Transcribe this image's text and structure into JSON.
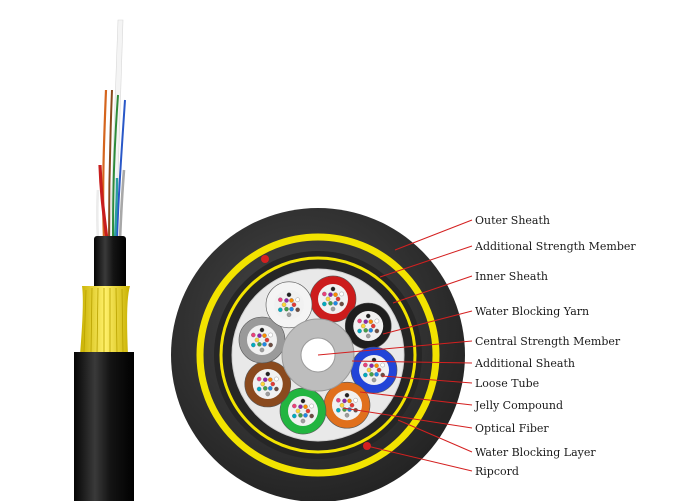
{
  "labels": [
    "Outer Sheath",
    "Additional Strength Member",
    "Inner Sheath",
    "Water Blocking  Yarn",
    "Central Strength Member",
    "Additional Sheath",
    "Loose Tube",
    "Jelly Compound",
    "Optical Fiber",
    "Water Blocking Layer",
    "Ripcord"
  ],
  "colors": {
    "leader_line": "#d42020",
    "outer_sheath": "#2e2e2e",
    "strength_yarn": "#f2e300",
    "tube_fill": "#f1f1f1"
  },
  "loose_tubes": [
    {
      "color": "#cc1c1c"
    },
    {
      "color": "#1e1e1e"
    },
    {
      "color": "#2244d8"
    },
    {
      "color": "#e0701c"
    },
    {
      "color": "#22b540"
    },
    {
      "color": "#8a4a1e"
    },
    {
      "color": "#9a9a9a"
    },
    {
      "color": "#f4f4f4"
    }
  ]
}
